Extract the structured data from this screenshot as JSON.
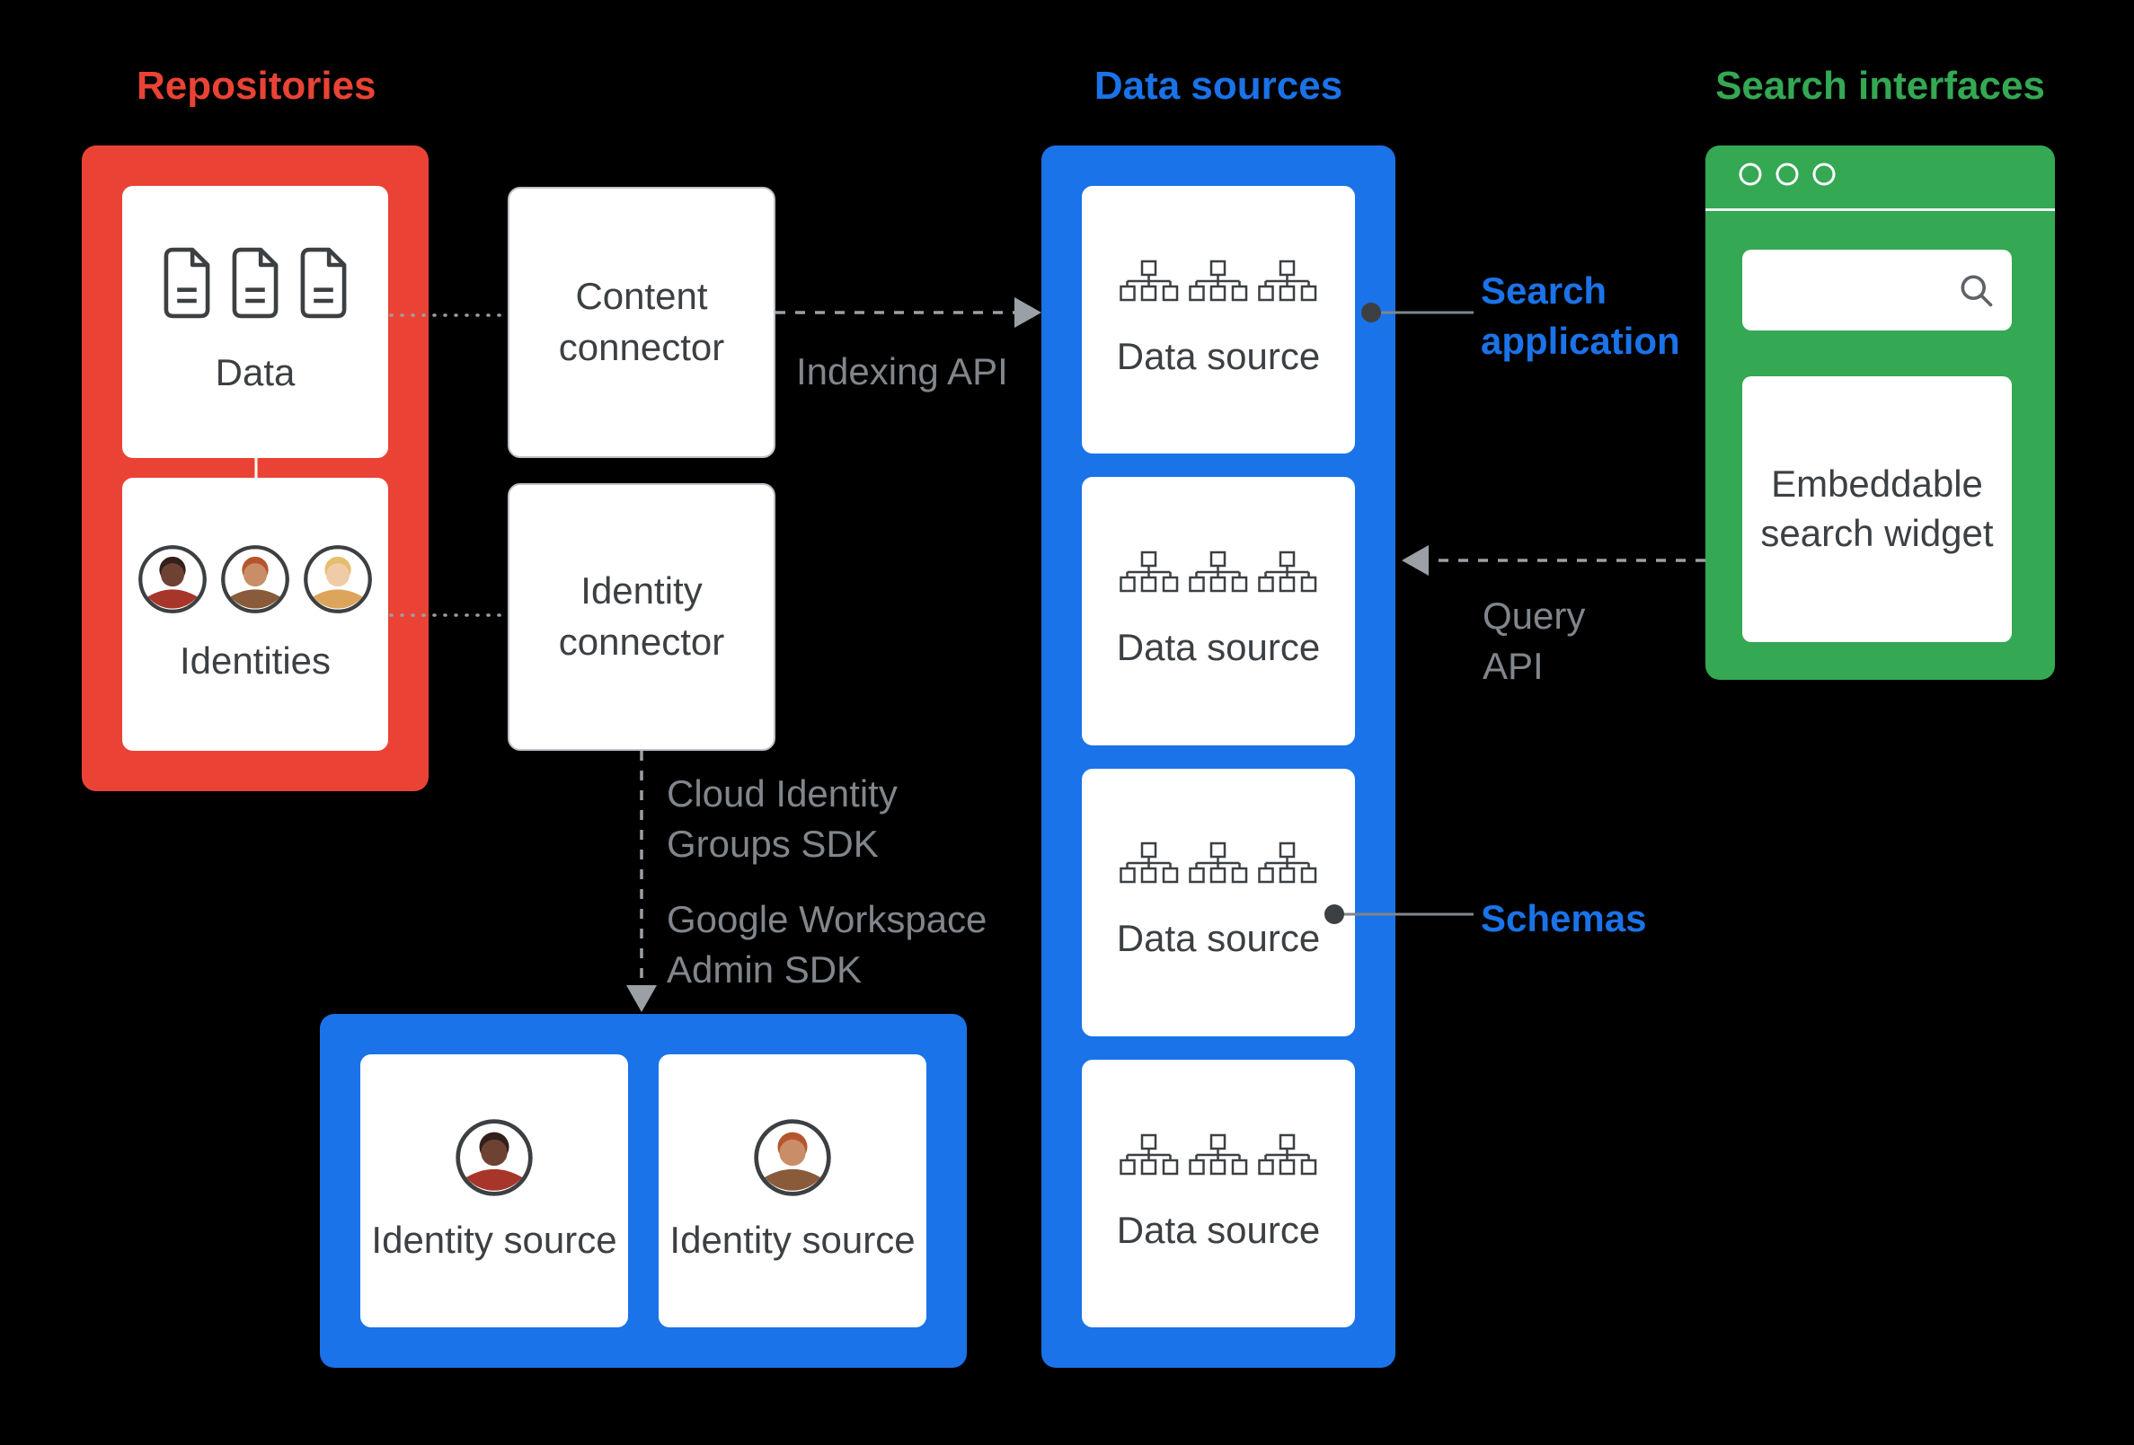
{
  "titles": {
    "repositories": "Repositories",
    "data_sources": "Data sources",
    "search_interfaces": "Search interfaces"
  },
  "colors": {
    "repositories_red": "#EA4335",
    "data_sources_blue": "#1A73E8",
    "search_interfaces_green": "#34A853",
    "label_gray": "#80868B",
    "card_text": "#3C4043",
    "background": "#000000"
  },
  "repositories": {
    "data_card": {
      "label": "Data",
      "icon": "document-icon"
    },
    "identities_card": {
      "label": "Identities",
      "icon": "person-avatar-icon"
    }
  },
  "connectors": {
    "content_connector": "Content connector",
    "identity_connector": "Identity connector"
  },
  "flow_labels": {
    "indexing_api": "Indexing API",
    "search_application": "Search application",
    "query_api": "Query API",
    "schemas": "Schemas",
    "cloud_identity_groups_sdk": "Cloud Identity Groups SDK",
    "google_workspace_admin_sdk": "Google Workspace Admin SDK"
  },
  "data_sources": {
    "cards": [
      {
        "label": "Data source",
        "icon": "org-chart-icon"
      },
      {
        "label": "Data source",
        "icon": "org-chart-icon"
      },
      {
        "label": "Data source",
        "icon": "org-chart-icon"
      },
      {
        "label": "Data source",
        "icon": "org-chart-icon"
      }
    ]
  },
  "search_interfaces": {
    "search_box_value": "",
    "widget_card_label": "Embeddable search widget",
    "window_controls_count": "3"
  },
  "identity_sources": {
    "cards": [
      {
        "label": "Identity source",
        "icon": "person-avatar-icon"
      },
      {
        "label": "Identity source",
        "icon": "person-avatar-icon"
      }
    ]
  }
}
